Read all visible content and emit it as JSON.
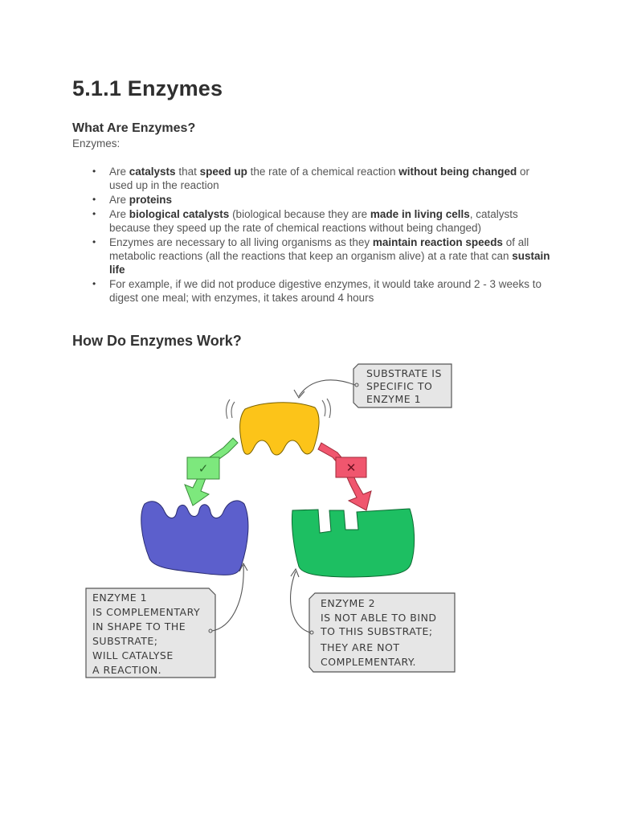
{
  "page_title": "5.1.1 Enzymes",
  "section1": {
    "heading": "What Are Enzymes?",
    "intro": "Enzymes:",
    "bullets": [
      [
        {
          "t": "Are ",
          "b": false
        },
        {
          "t": "catalysts",
          "b": true
        },
        {
          "t": " that ",
          "b": false
        },
        {
          "t": "speed up",
          "b": true
        },
        {
          "t": " the rate of a chemical reaction ",
          "b": false
        },
        {
          "t": "without being changed",
          "b": true
        },
        {
          "t": " or used up in the reaction",
          "b": false
        }
      ],
      [
        {
          "t": "Are ",
          "b": false
        },
        {
          "t": "proteins",
          "b": true
        }
      ],
      [
        {
          "t": "Are ",
          "b": false
        },
        {
          "t": "biological catalysts",
          "b": true
        },
        {
          "t": " (biological because they are ",
          "b": false
        },
        {
          "t": "made in living cells",
          "b": true
        },
        {
          "t": ", catalysts because they speed up the rate of chemical reactions without being changed)",
          "b": false
        }
      ],
      [
        {
          "t": "Enzymes are necessary to all living organisms as they ",
          "b": false
        },
        {
          "t": "maintain reaction speeds",
          "b": true
        },
        {
          "t": " of all metabolic reactions (all the reactions that keep an organism alive) at a rate that can ",
          "b": false
        },
        {
          "t": "sustain life",
          "b": true
        }
      ],
      [
        {
          "t": "For example, if we did not produce digestive enzymes, it would take around 2 - 3 weeks to digest one meal; with enzymes, it takes around 4 hours",
          "b": false
        }
      ]
    ]
  },
  "section2": {
    "heading": "How Do Enzymes Work?",
    "diagram": {
      "colors": {
        "substrate": "#fcc419",
        "enzyme1": "#5c5fcc",
        "enzyme2": "#1dbf62",
        "tick": "#7de87d",
        "cross": "#f0566e",
        "label_bg": "#e6e6e6"
      },
      "tick_symbol": "✓",
      "cross_symbol": "✕",
      "label_substrate": [
        "SUBSTRATE IS",
        "SPECIFIC TO",
        "ENZYME 1"
      ],
      "label_enzyme1": [
        "ENZYME 1",
        "IS COMPLEMENTARY",
        "IN SHAPE TO THE",
        "SUBSTRATE;",
        "WILL CATALYSE",
        "A REACTION."
      ],
      "label_enzyme2": [
        "ENZYME 2",
        "IS NOT ABLE TO BIND",
        "TO THIS SUBSTRATE;",
        "THEY ARE NOT",
        "COMPLEMENTARY."
      ]
    }
  }
}
